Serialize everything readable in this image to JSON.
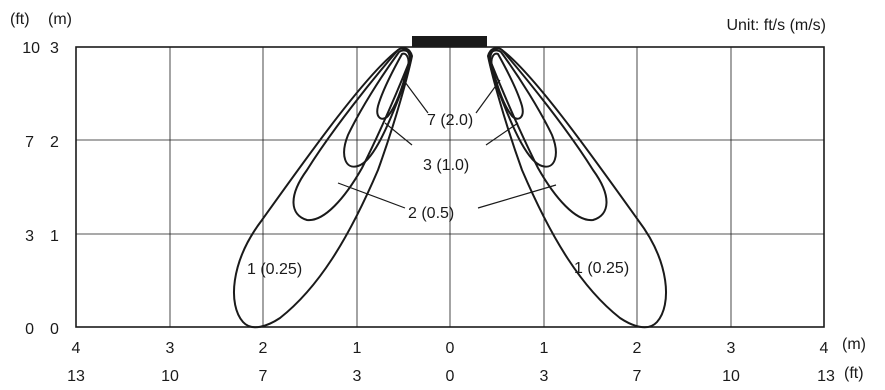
{
  "unit_label": "Unit: ft/s (m/s)",
  "axis_unit_labels": {
    "y_ft": "(ft)",
    "y_m": "(m)",
    "x_m": "(m)",
    "x_ft": "(ft)"
  },
  "y_ticks": [
    {
      "ft": "10",
      "m": "3"
    },
    {
      "ft": "7",
      "m": "2"
    },
    {
      "ft": "3",
      "m": "1"
    },
    {
      "ft": "0",
      "m": "0"
    }
  ],
  "x_ticks_m": [
    "4",
    "3",
    "2",
    "1",
    "0",
    "1",
    "2",
    "3",
    "4"
  ],
  "x_ticks_ft": [
    "13",
    "10",
    "7",
    "3",
    "0",
    "3",
    "7",
    "10",
    "13"
  ],
  "contour_labels": {
    "v7": "7 (2.0)",
    "v3": "3 (1.0)",
    "v2": "2 (0.5)",
    "v1_left": "1 (0.25)",
    "v1_right": "1 (0.25)"
  }
}
